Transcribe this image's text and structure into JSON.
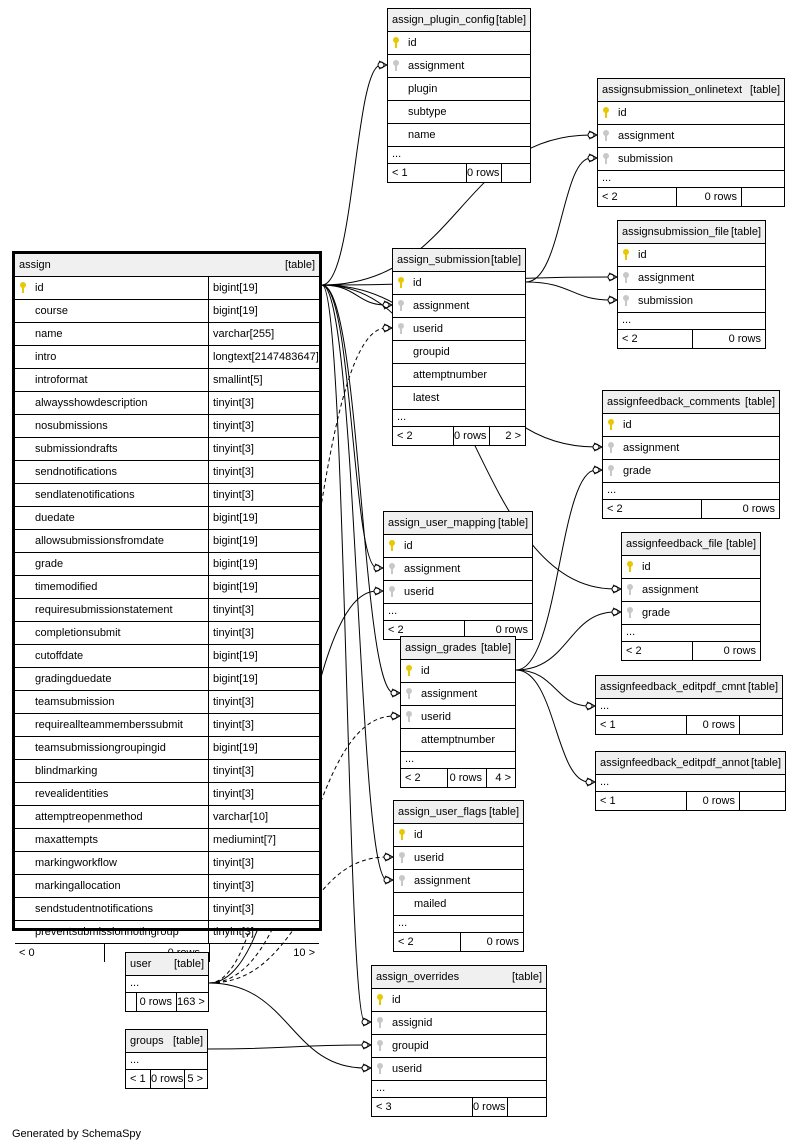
{
  "footer_text": "Generated by SchemaSpy",
  "table_tag": "[table]",
  "tables": {
    "assign": {
      "name": "assign",
      "columns": [
        {
          "name": "id",
          "type": "bigint[19]"
        },
        {
          "name": "course",
          "type": "bigint[19]"
        },
        {
          "name": "name",
          "type": "varchar[255]"
        },
        {
          "name": "intro",
          "type": "longtext[2147483647]"
        },
        {
          "name": "introformat",
          "type": "smallint[5]"
        },
        {
          "name": "alwaysshowdescription",
          "type": "tinyint[3]"
        },
        {
          "name": "nosubmissions",
          "type": "tinyint[3]"
        },
        {
          "name": "submissiondrafts",
          "type": "tinyint[3]"
        },
        {
          "name": "sendnotifications",
          "type": "tinyint[3]"
        },
        {
          "name": "sendlatenotifications",
          "type": "tinyint[3]"
        },
        {
          "name": "duedate",
          "type": "bigint[19]"
        },
        {
          "name": "allowsubmissionsfromdate",
          "type": "bigint[19]"
        },
        {
          "name": "grade",
          "type": "bigint[19]"
        },
        {
          "name": "timemodified",
          "type": "bigint[19]"
        },
        {
          "name": "requiresubmissionstatement",
          "type": "tinyint[3]"
        },
        {
          "name": "completionsubmit",
          "type": "tinyint[3]"
        },
        {
          "name": "cutoffdate",
          "type": "bigint[19]"
        },
        {
          "name": "gradingduedate",
          "type": "bigint[19]"
        },
        {
          "name": "teamsubmission",
          "type": "tinyint[3]"
        },
        {
          "name": "requireallteammemberssubmit",
          "type": "tinyint[3]"
        },
        {
          "name": "teamsubmissiongroupingid",
          "type": "bigint[19]"
        },
        {
          "name": "blindmarking",
          "type": "tinyint[3]"
        },
        {
          "name": "revealidentities",
          "type": "tinyint[3]"
        },
        {
          "name": "attemptreopenmethod",
          "type": "varchar[10]"
        },
        {
          "name": "maxattempts",
          "type": "mediumint[7]"
        },
        {
          "name": "markingworkflow",
          "type": "tinyint[3]"
        },
        {
          "name": "markingallocation",
          "type": "tinyint[3]"
        },
        {
          "name": "sendstudentnotifications",
          "type": "tinyint[3]"
        },
        {
          "name": "preventsubmissionnotingroup",
          "type": "tinyint[3]"
        }
      ],
      "footer": [
        "< 0",
        "0 rows",
        "10 >"
      ]
    },
    "assign_plugin_config": {
      "name": "assign_plugin_config",
      "columns": [
        "id",
        "assignment",
        "plugin",
        "subtype",
        "name"
      ],
      "footer": [
        "< 1",
        "0 rows",
        ""
      ]
    },
    "assignsubmission_onlinetext": {
      "name": "assignsubmission_onlinetext",
      "columns": [
        "id",
        "assignment",
        "submission"
      ],
      "footer": [
        "< 2",
        "0 rows",
        ""
      ]
    },
    "assignsubmission_file": {
      "name": "assignsubmission_file",
      "columns": [
        "id",
        "assignment",
        "submission"
      ],
      "footer": [
        "< 2",
        "0 rows"
      ]
    },
    "assign_submission": {
      "name": "assign_submission",
      "columns": [
        "id",
        "assignment",
        "userid",
        "groupid",
        "attemptnumber",
        "latest"
      ],
      "footer": [
        "< 2",
        "0 rows",
        "2 >"
      ]
    },
    "assignfeedback_comments": {
      "name": "assignfeedback_comments",
      "columns": [
        "id",
        "assignment",
        "grade"
      ],
      "footer": [
        "< 2",
        "0 rows"
      ]
    },
    "assign_user_mapping": {
      "name": "assign_user_mapping",
      "columns": [
        "id",
        "assignment",
        "userid"
      ],
      "footer": [
        "< 2",
        "0 rows"
      ]
    },
    "assignfeedback_file": {
      "name": "assignfeedback_file",
      "columns": [
        "id",
        "assignment",
        "grade"
      ],
      "footer": [
        "< 2",
        "0 rows"
      ]
    },
    "assign_grades": {
      "name": "assign_grades",
      "columns": [
        "id",
        "assignment",
        "userid",
        "attemptnumber"
      ],
      "footer": [
        "< 2",
        "0 rows",
        "4 >"
      ]
    },
    "assignfeedback_editpdf_cmnt": {
      "name": "assignfeedback_editpdf_cmnt",
      "footer": [
        "< 1",
        "0 rows",
        ""
      ]
    },
    "assignfeedback_editpdf_annot": {
      "name": "assignfeedback_editpdf_annot",
      "footer": [
        "< 1",
        "0 rows",
        ""
      ]
    },
    "assign_user_flags": {
      "name": "assign_user_flags",
      "columns": [
        "id",
        "userid",
        "assignment",
        "mailed"
      ],
      "footer": [
        "< 2",
        "0 rows"
      ]
    },
    "user": {
      "name": "user",
      "footer": [
        "",
        "0 rows",
        "163 >"
      ]
    },
    "assign_overrides": {
      "name": "assign_overrides",
      "columns": [
        "id",
        "assignid",
        "groupid",
        "userid"
      ],
      "footer": [
        "< 3",
        "0 rows",
        ""
      ]
    },
    "groups": {
      "name": "groups",
      "footer": [
        "< 1",
        "0 rows",
        "5 >"
      ]
    }
  }
}
